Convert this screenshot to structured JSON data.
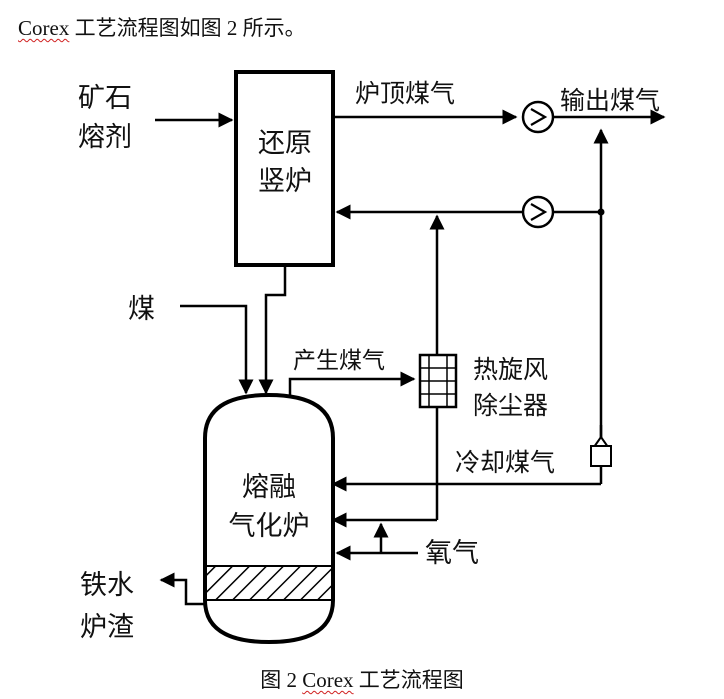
{
  "intro": {
    "word": "Corex",
    "rest": " 工艺流程图如图 2 所示。"
  },
  "caption": {
    "prefix": "图  2 ",
    "word": "Corex",
    "rest": " 工艺流程图"
  },
  "diagram": {
    "ore_line1": "矿石",
    "ore_line2": "熔剂",
    "shaft_line1": "还原",
    "shaft_line2": "竖炉",
    "top_gas": "炉顶煤气",
    "export_gas": "输出煤气",
    "coal": "煤",
    "generated_gas": "产生煤气",
    "cyclone_line1": "热旋风",
    "cyclone_line2": "除尘器",
    "cooling_gas": "冷却煤气",
    "melter_line1": "熔融",
    "melter_line2": "气化炉",
    "oxygen": "氧气",
    "iron_line1": "铁水",
    "iron_line2": "炉渣"
  }
}
